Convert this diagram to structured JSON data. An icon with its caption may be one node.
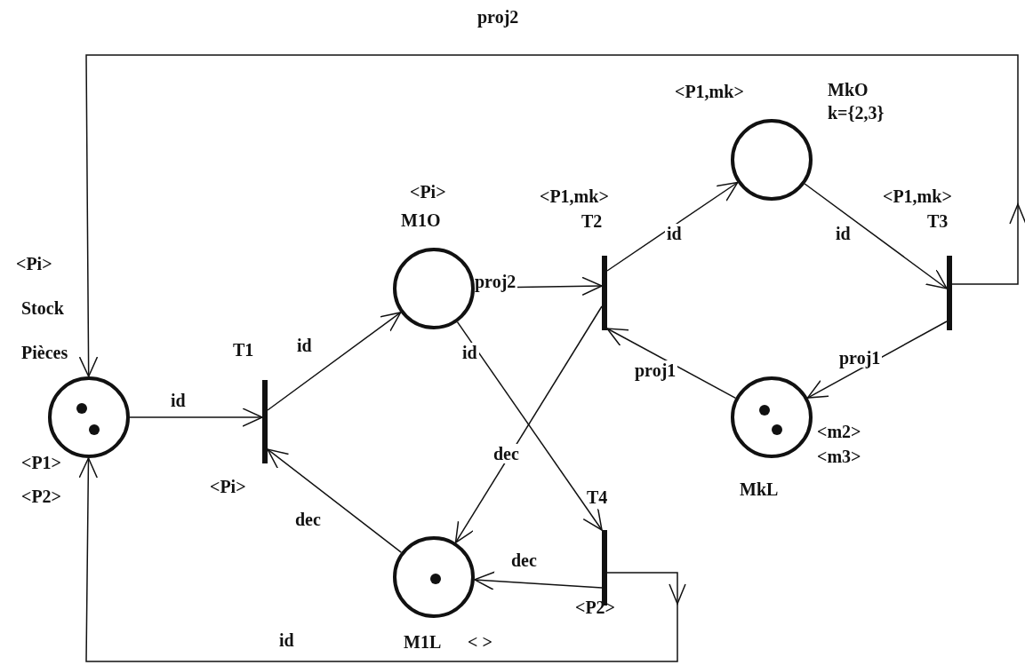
{
  "diagram": {
    "nodes": [
      {
        "text": [
          "Stock Pièces"
        ],
        "beside": [
          "<P1>",
          "<P2>"
        ]
      },
      {
        "text": [
          "T1"
        ],
        "beside": [
          "<Pi>"
        ]
      },
      {
        "text": [
          "M1O"
        ],
        "beside": [
          "<Pi>"
        ]
      },
      {
        "text": [
          "T2"
        ],
        "beside": [
          "<P1,mk>"
        ]
      },
      {
        "text": [
          "MkO k={2,3}"
        ],
        "beside": [
          "<P1,mk>"
        ]
      },
      {
        "text": [
          "T3"
        ],
        "beside": [
          "<P1,mk>"
        ]
      },
      {
        "text": [
          "MkL"
        ],
        "beside": [
          "<m2>",
          "<m3>"
        ]
      },
      {
        "text": [
          "T4"
        ],
        "beside": [
          "<P2>"
        ]
      },
      {
        "text": [
          "M1L"
        ],
        "beside": [
          "< >"
        ]
      }
    ],
    "edges": [
      {
        "from": 0,
        "to": 1,
        "arrow": "to",
        "label": "id"
      },
      {
        "from": 1,
        "to": 2,
        "arrow": "to",
        "label": "id"
      },
      {
        "from": 2,
        "to": 3,
        "arrow": "to",
        "label": "proj2"
      },
      {
        "from": 3,
        "to": 4,
        "arrow": "to",
        "label": "id"
      },
      {
        "from": 4,
        "to": 5,
        "arrow": "to",
        "label": "id"
      },
      {
        "from": 5,
        "to": 0,
        "arrow": "to",
        "label": "proj2"
      },
      {
        "from": 5,
        "to": 6,
        "arrow": "to",
        "label": "proj1"
      },
      {
        "from": 6,
        "to": 3,
        "arrow": "to",
        "label": "proj1"
      },
      {
        "from": 3,
        "to": 8,
        "arrow": "to",
        "label": "dec"
      },
      {
        "from": 2,
        "to": 7,
        "arrow": "to",
        "label": "id"
      },
      {
        "from": 8,
        "to": 1,
        "arrow": "to",
        "label": "dec"
      },
      {
        "from": 7,
        "to": 8,
        "arrow": "to",
        "label": "dec"
      },
      {
        "from": 7,
        "to": 0,
        "arrow": "to",
        "label": "id"
      }
    ],
    "labels": [
      "<Pi>"
    ]
  }
}
